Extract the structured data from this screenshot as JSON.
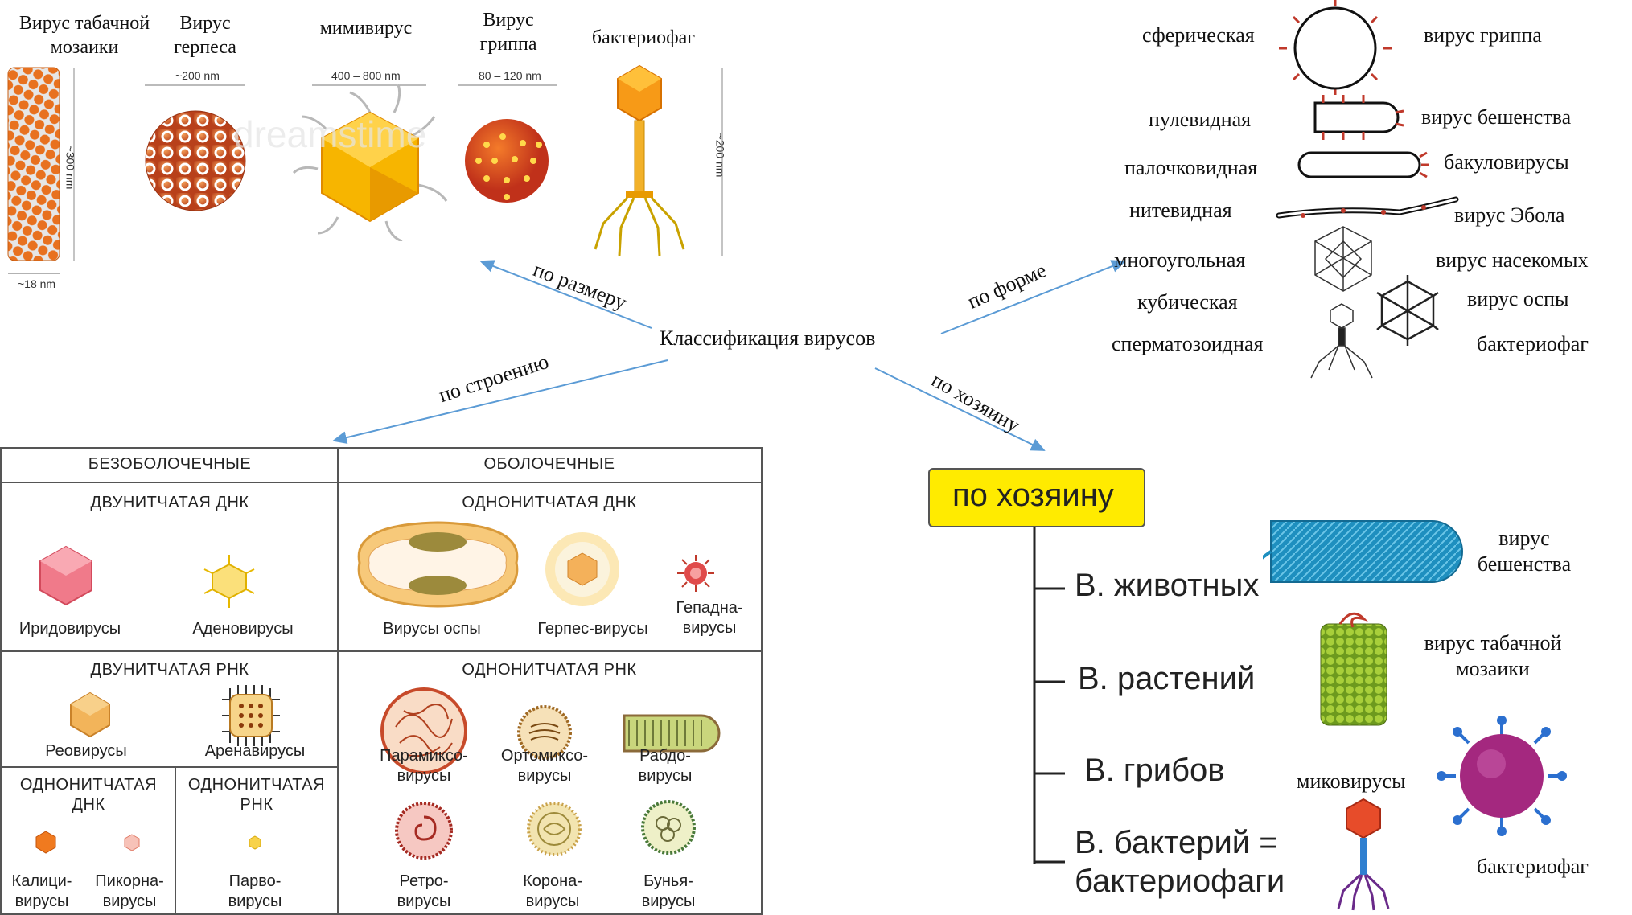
{
  "center_title": "Классификация  вирусов",
  "edges": {
    "size": "по размеру",
    "shape": "по форме",
    "structure": "по строению",
    "host": "по хозяину"
  },
  "size_section": {
    "viruses": [
      {
        "name": "Вирус табачной мозаики",
        "dim_w": "~18 nm",
        "dim_h": "~300 nm"
      },
      {
        "name": "Вирус герпеса",
        "dim": "~200 nm"
      },
      {
        "name": "мимивирус",
        "dim": "400 – 800 nm"
      },
      {
        "name": "Вирус гриппа",
        "dim": "80 – 120 nm"
      },
      {
        "name": "бактериофаг",
        "dim": "~200 nm"
      }
    ],
    "watermark": "dreamstime"
  },
  "shape_section": {
    "rows": [
      {
        "shape": "сферическая",
        "example": "вирус гриппа"
      },
      {
        "shape": "пулевидная",
        "example": "вирус бешенства"
      },
      {
        "shape": "палочковидная",
        "example": "бакуловирусы"
      },
      {
        "shape": "нитевидная",
        "example": "вирус Эбола"
      },
      {
        "shape": "многоугольная",
        "example": "вирус насекомых"
      },
      {
        "shape": "кубическая",
        "example": "вирус оспы"
      },
      {
        "shape": "сперматозоидная",
        "example": "бактериофаг"
      }
    ]
  },
  "structure_table": {
    "col_headers": [
      "БЕЗОБОЛОЧЕЧНЫЕ",
      "ОБОЛОЧЕЧНЫЕ"
    ],
    "groups": {
      "nonenv_dsdna": {
        "title": "ДВУНИТЧАТАЯ ДНК",
        "items": [
          "Иридовирусы",
          "Аденовирусы"
        ]
      },
      "env_ssdna": {
        "title": "ОДНОНИТЧАТАЯ ДНК",
        "items": [
          "Вирусы оспы",
          "Герпес-вирусы",
          "Гепадна-\nвирусы"
        ]
      },
      "nonenv_dsrna": {
        "title": "ДВУНИТЧАТАЯ РНК",
        "items": [
          "Реовирусы",
          "Аренавирусы"
        ]
      },
      "env_ssrna": {
        "title": "ОДНОНИТЧАТАЯ РНК",
        "items": [
          "Парамиксо-\nвирусы",
          "Ортомиксо-\nвирусы",
          "Рабдо-\nвирусы",
          "Ретро-\nвирусы",
          "Корона-\nвирусы",
          "Бунья-\nвирусы"
        ]
      },
      "nonenv_ssdna": {
        "title": "ОДНОНИТЧАТАЯ\nДНК",
        "items": [
          "Калици-\nвирусы",
          "Пикорна-\nвирусы"
        ]
      },
      "nonenv_ssrna": {
        "title": "ОДНОНИТЧАТАЯ\nРНК",
        "items": [
          "Парво-\nвирусы"
        ]
      }
    }
  },
  "host_section": {
    "box_title": "по хозяину",
    "branches": [
      "В. животных",
      "В. растений",
      "В. грибов",
      "В. бактерий =\nбактериофаги"
    ],
    "examples": [
      "вирус\nбешенства",
      "вирус  табачной\nмозаики",
      "миковирусы",
      "бактериофаг"
    ]
  },
  "colors": {
    "arrow": "#5b9bd5",
    "host_box": "#ffeb00",
    "spike": "#c0392b"
  }
}
